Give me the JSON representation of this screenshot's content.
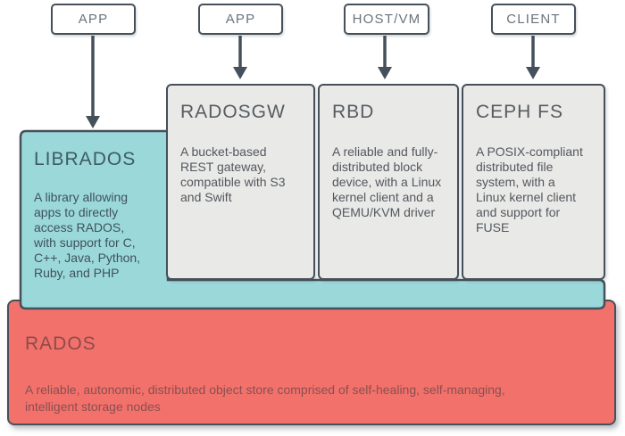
{
  "top_boxes": [
    {
      "label": "APP"
    },
    {
      "label": "APP"
    },
    {
      "label": "HOST/VM"
    },
    {
      "label": "CLIENT"
    }
  ],
  "middle_boxes": [
    {
      "title": "LIBRADOS",
      "description": "A library allowing\napps to directly\naccess RADOS,\nwith support for C,\nC++, Java, Python,\nRuby, and PHP"
    },
    {
      "title": "RADOSGW",
      "description": "A bucket-based\nREST gateway,\ncompatible with S3\nand Swift"
    },
    {
      "title": "RBD",
      "description": "A reliable and fully-\ndistributed block\ndevice, with a Linux\nkernel client and a\nQEMU/KVM driver"
    },
    {
      "title": "CEPH FS",
      "description": "A POSIX-compliant\ndistributed file\nsystem, with a\nLinux kernel client\nand support for\nFUSE"
    }
  ],
  "bottom_box": {
    "title": "RADOS",
    "description": "A reliable, autonomic, distributed object store comprised of self-healing, self-managing,\nintelligent storage nodes"
  },
  "colors": {
    "ink": "#45505a",
    "label": "#6b737b",
    "teal": "#9bd8da",
    "teal-title": "#3d5c63",
    "teal-body": "#3e535b",
    "panel": "#e9e9e7",
    "panel-title": "#575c62",
    "panel-body": "#53585e",
    "red": "#f2716b",
    "red-title": "#8f4b49",
    "red-body": "#8b4f4f"
  }
}
